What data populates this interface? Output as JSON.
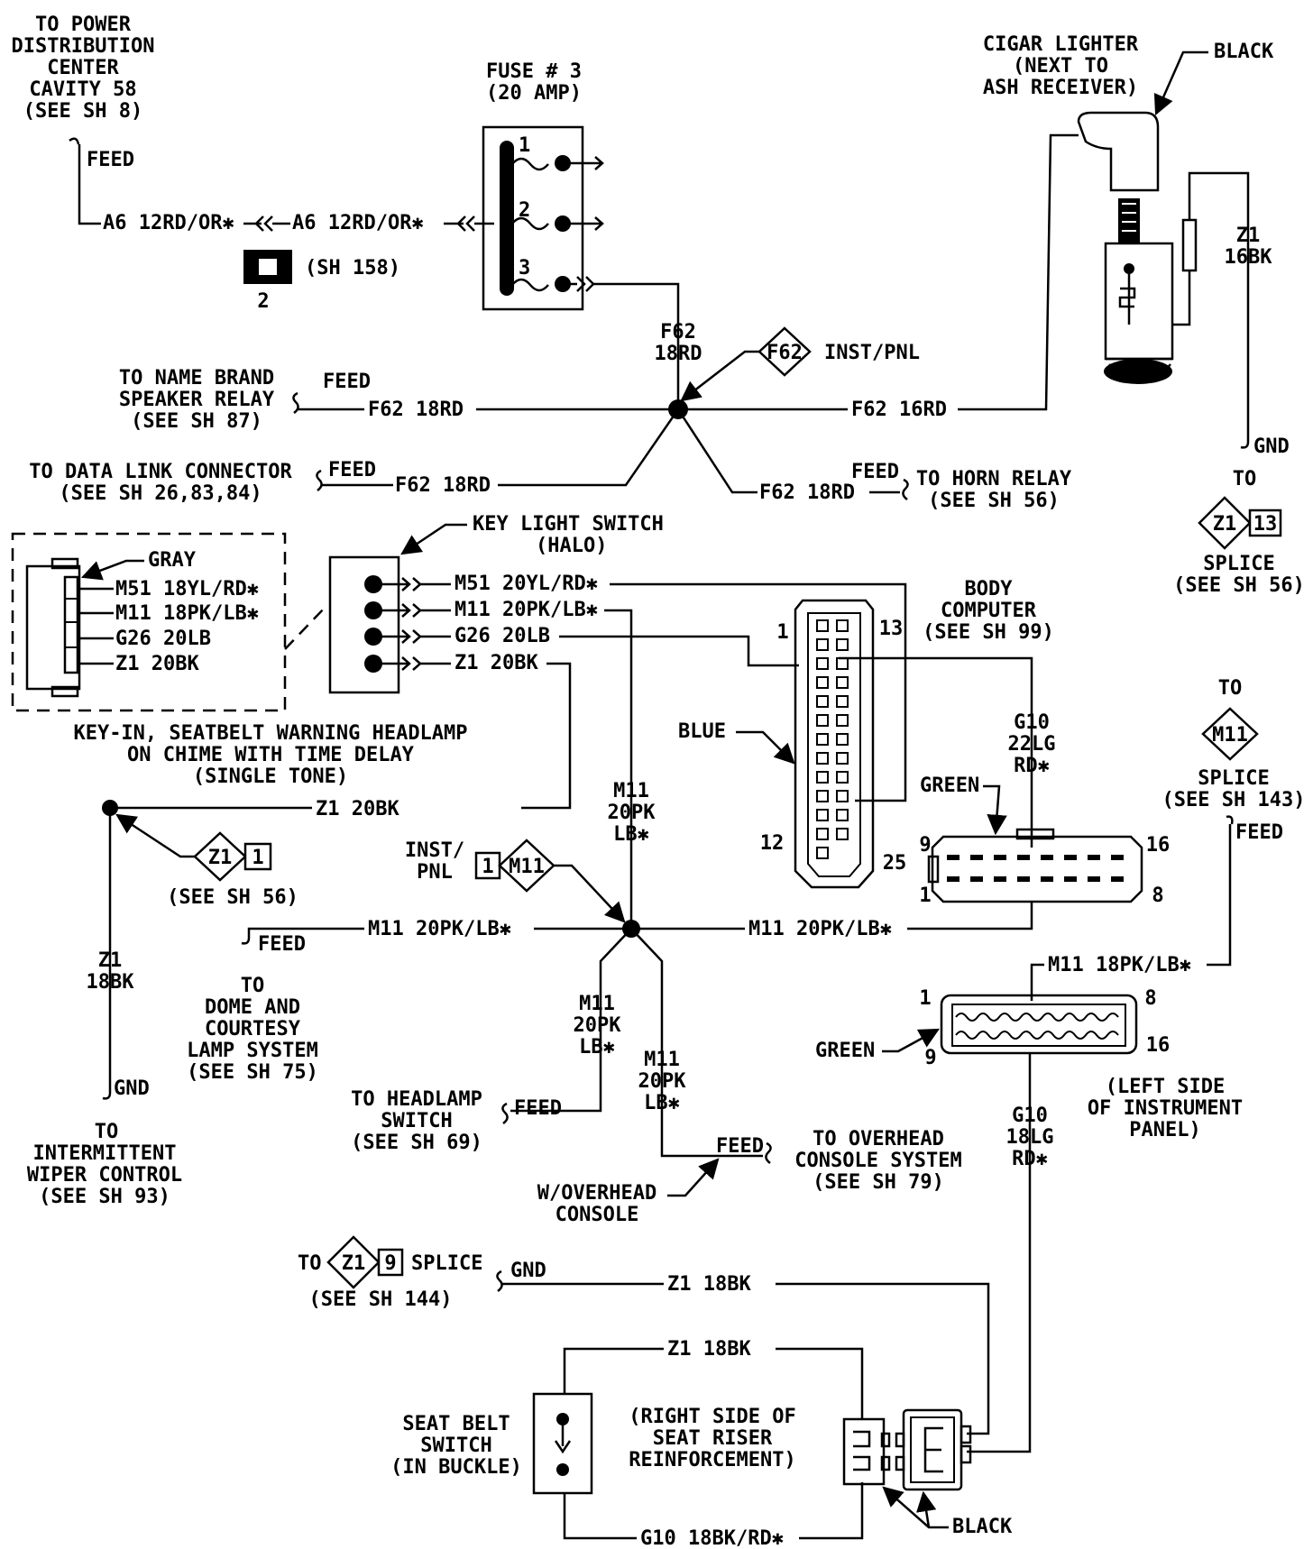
{
  "power_source": [
    "TO POWER",
    "DISTRIBUTION",
    "CENTER",
    "CAVITY 58",
    "(SEE SH 8)"
  ],
  "feed_label": "FEED",
  "gnd_label": "GND",
  "to_label": "TO",
  "a6_wire": "A6 12RD/OR✱",
  "sh158": "(SH 158)",
  "conn_pin_2": "2",
  "fuse": {
    "title": "FUSE # 3",
    "rating": "(20 AMP)",
    "pins": [
      "1",
      "2",
      "3"
    ]
  },
  "cigar": {
    "lines": [
      "CIGAR LIGHTER",
      "(NEXT TO",
      "ASH RECEIVER)"
    ],
    "black": "BLACK",
    "z1a": "Z1",
    "z1b": "16BK"
  },
  "splice_f62": {
    "f62": "F62",
    "18rd": "18RD",
    "diamond": "F62",
    "inst": "INST/PNL"
  },
  "speaker": [
    "TO NAME BRAND",
    "SPEAKER RELAY",
    "(SEE SH 87)"
  ],
  "datalink": [
    "TO DATA LINK CONNECTOR",
    "(SEE SH 26,83,84)"
  ],
  "horn": [
    "TO HORN RELAY",
    "(SEE SH 56)"
  ],
  "f62_18rd": "F62 18RD",
  "f62_16rd": "F62 16RD",
  "z1_splice13": {
    "diamond": "Z1",
    "box": "13",
    "lines": [
      "SPLICE",
      "(SEE SH 56)"
    ]
  },
  "gray": "GRAY",
  "chime_pins": [
    "M51 18YL/RD✱",
    "M11 18PK/LB✱",
    "G26 20LB",
    "Z1 20BK"
  ],
  "chime_title": [
    "KEY-IN, SEATBELT WARNING HEADLAMP",
    "ON CHIME WITH TIME DELAY",
    "(SINGLE TONE)"
  ],
  "keylight": [
    "KEY LIGHT SWITCH",
    "(HALO)"
  ],
  "keylight_pins": [
    "M51 20YL/RD✱",
    "M11 20PK/LB✱",
    "G26 20LB",
    "Z1 20BK"
  ],
  "body_computer": {
    "lines": [
      "BODY",
      "COMPUTER",
      "(SEE SH 99)"
    ],
    "blue": "BLUE",
    "p1": "1",
    "p13": "13",
    "p12": "12",
    "p25": "25"
  },
  "g10_22": [
    "G10",
    "22LG",
    "RD✱"
  ],
  "green": "GREEN",
  "conn16": {
    "p9": "9",
    "p16": "16",
    "p1": "1",
    "p8": "8"
  },
  "m11_splice": {
    "to": "TO",
    "diamond": "M11",
    "lines": [
      "SPLICE",
      "(SEE SH 143)"
    ]
  },
  "z1_20bk": "Z1 20BK",
  "z1_splice1": {
    "diamond": "Z1",
    "box": "1",
    "see": "(SEE SH 56)"
  },
  "z1_18bk_v": [
    "Z1",
    "18BK"
  ],
  "wiper": [
    "INTERMITTENT",
    "WIPER CONTROL",
    "(SEE SH 93)"
  ],
  "m11_v": [
    "M11",
    "20PK",
    "LB✱"
  ],
  "inst_pnl": [
    "INST/",
    "PNL"
  ],
  "inst_splice": {
    "box": "1",
    "diamond": "M11"
  },
  "m11_20pk": "M11 20PK/LB✱",
  "dome": [
    "DOME AND",
    "COURTESY",
    "LAMP SYSTEM",
    "(SEE SH 75)"
  ],
  "m11_18pk": "M11 18PK/LB✱",
  "headlamp": [
    "TO HEADLAMP",
    "SWITCH",
    "(SEE SH 69)"
  ],
  "overhead": [
    "TO OVERHEAD",
    "CONSOLE SYSTEM",
    "(SEE SH 79)"
  ],
  "w_overhead": [
    "W/OVERHEAD",
    "CONSOLE"
  ],
  "left_side": [
    "(LEFT SIDE",
    "OF INSTRUMENT",
    "PANEL)"
  ],
  "g10_18": [
    "G10",
    "18LG",
    "RD✱"
  ],
  "splice9": {
    "to": "TO",
    "diamond": "Z1",
    "box": "9",
    "splice": "SPLICE",
    "see": "(SEE SH 144)"
  },
  "z1_18bk": "Z1 18BK",
  "seatbelt": [
    "SEAT BELT",
    "SWITCH",
    "(IN BUCKLE)"
  ],
  "right_side": [
    "(RIGHT SIDE OF",
    "SEAT RISER",
    "REINFORCEMENT)"
  ],
  "g10_18bk": "G10 18BK/RD✱",
  "black": "BLACK"
}
